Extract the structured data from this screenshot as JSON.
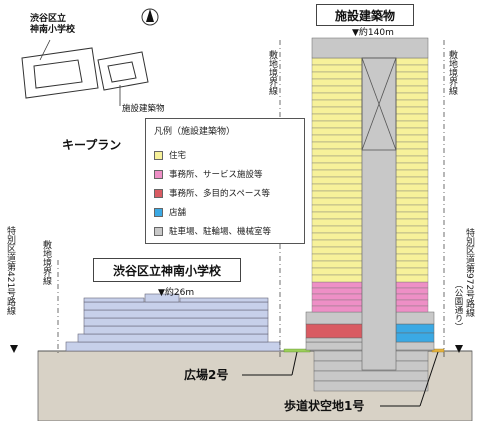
{
  "building_title": "施設建築物",
  "height_tower": "▼約140m",
  "height_school": "▼約26m",
  "school_title": "渋谷区立神南小学校",
  "keyplan_school_label": "渋谷区立\n神南小学校",
  "keyplan_building_label": "施設建築物",
  "keyplan_title": "キープラン",
  "boundary_label": "敷地境界線",
  "road_left_label": "特別区道第421号路線",
  "road_right_label": "特別区道第972号路線",
  "road_right_sub": "（公園通り）",
  "plaza_label": "広場2号",
  "walkway_label": "歩道状空地1号",
  "legend": {
    "title": "凡例（施設建築物）",
    "items": [
      {
        "label": "住宅",
        "color": "#f7f19a"
      },
      {
        "label": "事務所、サービス施設等",
        "color": "#ee8fc6"
      },
      {
        "label": "事務所、多目的スペース等",
        "color": "#d95b62"
      },
      {
        "label": "店舗",
        "color": "#3ba9e4"
      },
      {
        "label": "駐車場、駐輪場、機械室等",
        "color": "#c8c8c8"
      }
    ]
  },
  "colors": {
    "ground": "#d8d2c6",
    "school_floor": "#c7d0ea",
    "plaza": "#9ccf5a",
    "walkway": "#e6b23c"
  }
}
